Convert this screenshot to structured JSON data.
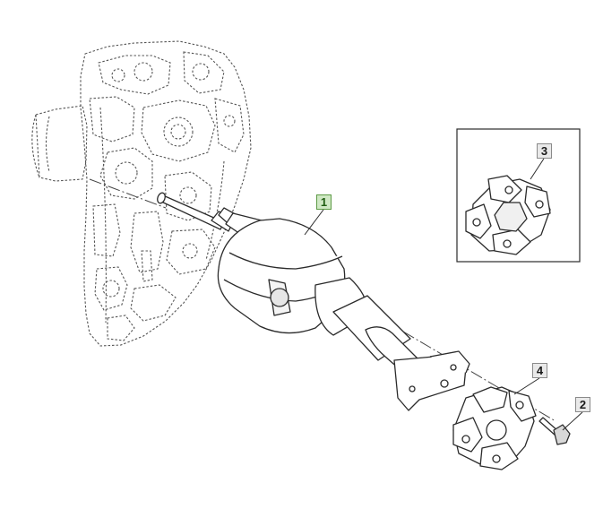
{
  "diagram": {
    "callouts": [
      {
        "id": "1",
        "label": "1",
        "highlighted": true
      },
      {
        "id": "2",
        "label": "2",
        "highlighted": false
      },
      {
        "id": "3",
        "label": "3",
        "highlighted": false
      },
      {
        "id": "4",
        "label": "4",
        "highlighted": false
      }
    ],
    "colors": {
      "line": "#2b2b2b",
      "phantom": "#555555",
      "highlight_fill": "#cfe8c4",
      "highlight_border": "#5d9a45",
      "callout_fill": "#e9e9e9"
    }
  }
}
